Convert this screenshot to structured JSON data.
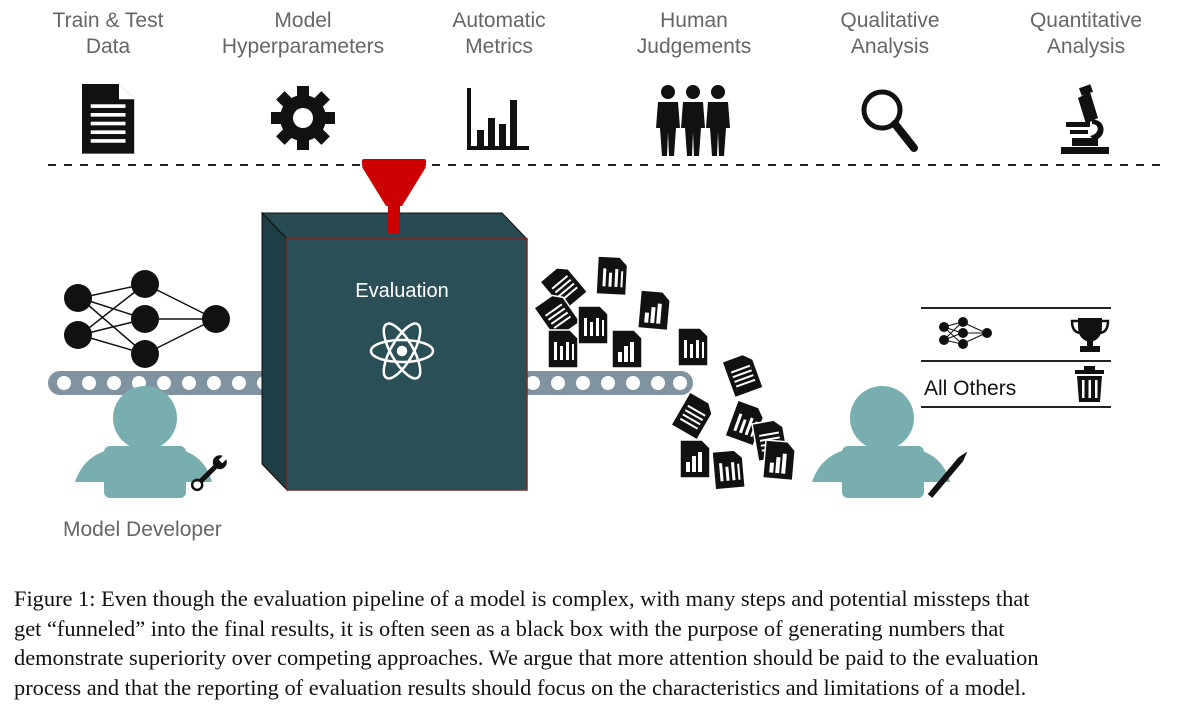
{
  "categories": [
    {
      "line1": "Train & Test",
      "line2": "Data",
      "icon": "document-icon"
    },
    {
      "line1": "Model",
      "line2": "Hyperparameters",
      "icon": "gear-icon"
    },
    {
      "line1": "Automatic",
      "line2": "Metrics",
      "icon": "bar-chart-icon"
    },
    {
      "line1": "Human",
      "line2": "Judgements",
      "icon": "people-icon"
    },
    {
      "line1": "Qualitative",
      "line2": "Analysis",
      "icon": "magnifier-icon"
    },
    {
      "line1": "Quantitative",
      "line2": "Analysis",
      "icon": "microscope-icon"
    }
  ],
  "evaluation_box": {
    "label": "Evaluation",
    "icon": "atom-icon"
  },
  "developer": {
    "label": "Model Developer",
    "icon": "wrench-icon"
  },
  "leaderboard": {
    "others_label": "All Others",
    "top_icon": "trophy-icon",
    "bottom_icon": "trash-icon"
  },
  "caption": {
    "lines": [
      "Figure 1: Even though the evaluation pipeline of a model is complex, with many steps and potential missteps that",
      "get “funneled” into the final results, it is often seen as a black box with the purpose of generating numbers that",
      "demonstrate superiority over competing approaches. We argue that more attention should be paid to the evaluation",
      "process and that the reporting of evaluation results should focus on the characteristics and limitations of a model."
    ]
  },
  "colors": {
    "box": "#2b4f57",
    "person": "#78aeb0",
    "funnel": "#cc0000",
    "belt": "#7f93a0"
  }
}
